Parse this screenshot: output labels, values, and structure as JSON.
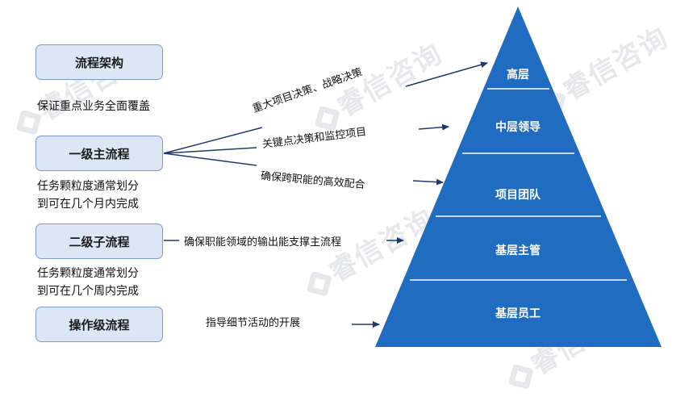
{
  "watermark": "睿信咨询",
  "levels": [
    {
      "title": "流程架构",
      "desc": "保证重点业务全面覆盖"
    },
    {
      "title": "一级主流程",
      "desc_line1": "任务颗粒度通常划分",
      "desc_line2": "到可在几个月内完成"
    },
    {
      "title": "二级子流程",
      "desc_line1": "任务颗粒度通常划分",
      "desc_line2": "到可在几个周内完成"
    },
    {
      "title": "操作级流程"
    }
  ],
  "connectors": [
    "重大项目决策、战略决策",
    "关键点决策和监控项目",
    "确保跨职能的高效配合",
    "确保职能领域的输出能支撑主流程",
    "指导细节活动的开展"
  ],
  "pyramid": {
    "tiers": [
      "高层",
      "中层领导",
      "项目团队",
      "基层主管",
      "基层员工"
    ],
    "color": "#1f6cc0",
    "divider_color": "#ffffff"
  },
  "arrow_color": "#1f3a6b"
}
